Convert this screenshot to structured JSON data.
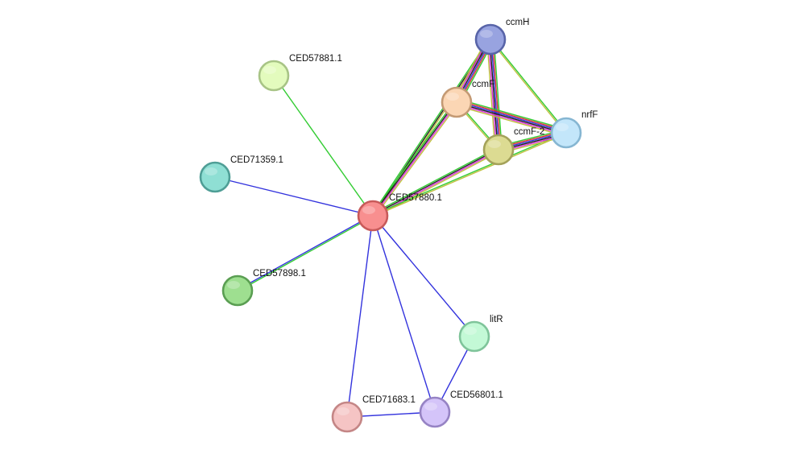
{
  "nodes": [
    {
      "id": "CED57880.1",
      "label": "CED57880.1",
      "fill": "#f88f8f",
      "stroke": "#c85a5a"
    },
    {
      "id": "ccmH",
      "label": "ccmH",
      "fill": "#98a3e0",
      "stroke": "#5864a8"
    },
    {
      "id": "ccmF",
      "label": "ccmF",
      "fill": "#fbd6b4",
      "stroke": "#c49a74"
    },
    {
      "id": "nrfF",
      "label": "nrfF",
      "fill": "#c3e6fa",
      "stroke": "#86b6d2"
    },
    {
      "id": "ccmF-2",
      "label": "ccmF-2",
      "fill": "#dcdb92",
      "stroke": "#a4a25a"
    },
    {
      "id": "CED57881.1",
      "label": "CED57881.1",
      "fill": "#e3fbbd",
      "stroke": "#a8c486"
    },
    {
      "id": "CED71359.1",
      "label": "CED71359.1",
      "fill": "#8fdfd4",
      "stroke": "#4f9e96"
    },
    {
      "id": "CED57898.1",
      "label": "CED57898.1",
      "fill": "#9edf90",
      "stroke": "#5a9e52"
    },
    {
      "id": "litR",
      "label": "litR",
      "fill": "#c3f9d6",
      "stroke": "#7fc49a"
    },
    {
      "id": "CED56801.1",
      "label": "CED56801.1",
      "fill": "#d4c4f9",
      "stroke": "#9683c4"
    },
    {
      "id": "CED71683.1",
      "label": "CED71683.1",
      "fill": "#f5c4c4",
      "stroke": "#c48686"
    }
  ],
  "edges": [
    {
      "source": "CED57880.1",
      "target": "CED57881.1",
      "colors": [
        "#33cc33"
      ]
    },
    {
      "source": "CED57880.1",
      "target": "CED71359.1",
      "colors": [
        "#3333dd"
      ]
    },
    {
      "source": "CED57880.1",
      "target": "CED57898.1",
      "colors": [
        "#33cc33",
        "#3333dd"
      ]
    },
    {
      "source": "CED57880.1",
      "target": "litR",
      "colors": [
        "#3333dd"
      ]
    },
    {
      "source": "CED57880.1",
      "target": "CED56801.1",
      "colors": [
        "#3333dd"
      ]
    },
    {
      "source": "CED57880.1",
      "target": "CED71683.1",
      "colors": [
        "#3333dd"
      ]
    },
    {
      "source": "CED71683.1",
      "target": "CED56801.1",
      "colors": [
        "#3333dd"
      ]
    },
    {
      "source": "CED56801.1",
      "target": "litR",
      "colors": [
        "#3333dd"
      ]
    },
    {
      "source": "CED57880.1",
      "target": "ccmH",
      "colors": [
        "#33cc33",
        "#222222",
        "#c0c040"
      ]
    },
    {
      "source": "CED57880.1",
      "target": "ccmF",
      "colors": [
        "#33cc33",
        "#222222",
        "#dd33dd",
        "#c0c040"
      ]
    },
    {
      "source": "CED57880.1",
      "target": "ccmF-2",
      "colors": [
        "#33cc33",
        "#222222",
        "#dd33dd",
        "#c0c040"
      ]
    },
    {
      "source": "CED57880.1",
      "target": "nrfF",
      "colors": [
        "#33cc33",
        "#c0c040"
      ]
    },
    {
      "source": "ccmH",
      "target": "ccmF",
      "colors": [
        "#33cc33",
        "#dd3333",
        "#3333dd",
        "#222222",
        "#dd33dd",
        "#c0c040"
      ]
    },
    {
      "source": "ccmH",
      "target": "ccmF-2",
      "colors": [
        "#33cc33",
        "#dd3333",
        "#3333dd",
        "#222222",
        "#dd33dd",
        "#c0c040"
      ]
    },
    {
      "source": "ccmH",
      "target": "nrfF",
      "colors": [
        "#33cc33",
        "#c0c040"
      ]
    },
    {
      "source": "ccmF",
      "target": "nrfF",
      "colors": [
        "#33cc33",
        "#dd3333",
        "#3333dd",
        "#222222",
        "#dd33dd",
        "#c0c040"
      ]
    },
    {
      "source": "ccmF",
      "target": "ccmF-2",
      "colors": [
        "#33cc33",
        "#c0c040"
      ]
    },
    {
      "source": "ccmF-2",
      "target": "nrfF",
      "colors": [
        "#33cc33",
        "#dd3333",
        "#3333dd",
        "#222222",
        "#dd33dd",
        "#c0c040"
      ]
    }
  ]
}
